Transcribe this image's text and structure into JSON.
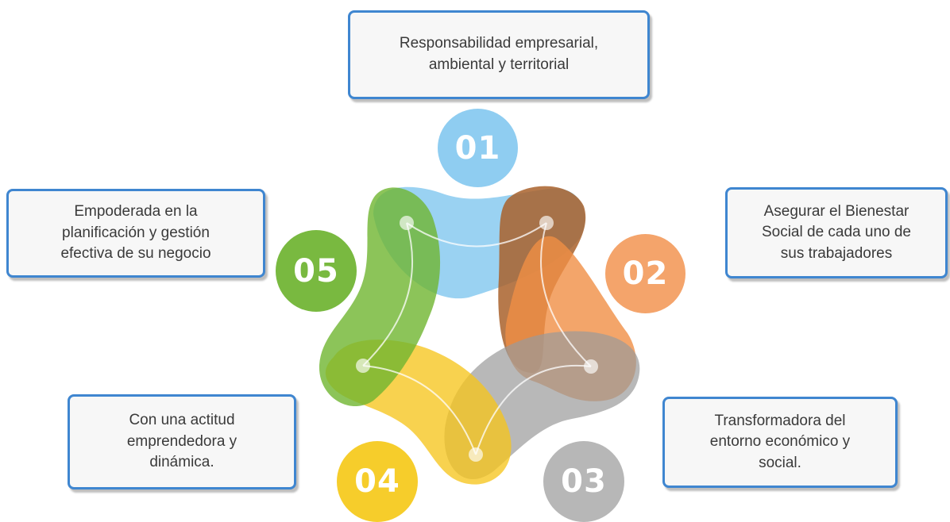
{
  "colors": {
    "blue": "#8fcdf1",
    "brown": "#b5703c",
    "orange": "#f4a46b",
    "gray": "#b7b7b7",
    "yellow": "#f6cd2b",
    "green": "#79b940",
    "box_border": "#3f86d0"
  },
  "items": [
    {
      "number": "01",
      "text": "Responsabilidad empresarial,\nambiental y territorial",
      "color": "#8fcdf1"
    },
    {
      "number": "02",
      "text": "Asegurar el Bienestar\nSocial de cada uno de\nsus trabajadores",
      "color": "#f4a46b"
    },
    {
      "number": "03",
      "text": "Transformadora del\nentorno económico y\nsocial.",
      "color": "#b7b7b7"
    },
    {
      "number": "04",
      "text": "Con una actitud\nemprendedora y\ndinámica.",
      "color": "#f6cd2b"
    },
    {
      "number": "05",
      "text": "Empoderada en la\nplanificación y gestión\nefectiva de su negocio",
      "color": "#79b940"
    }
  ]
}
